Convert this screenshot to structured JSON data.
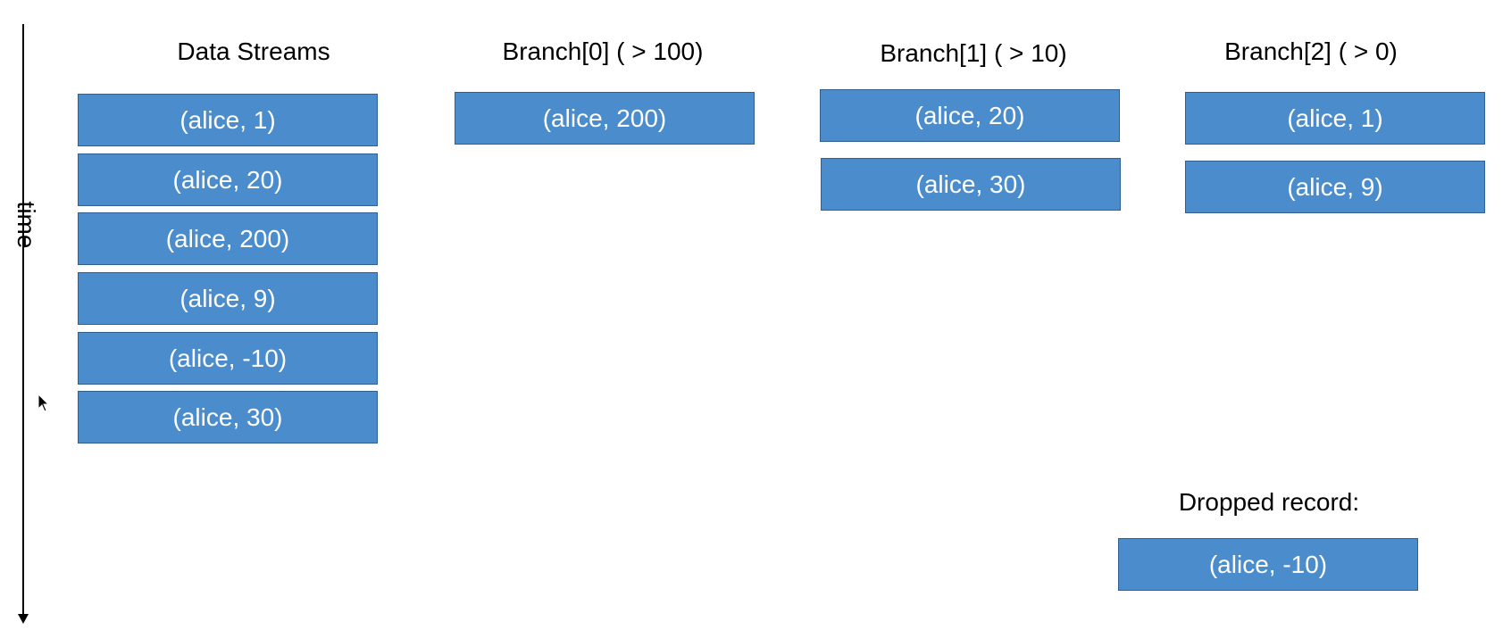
{
  "time_axis": {
    "label": "time"
  },
  "columns": [
    {
      "title": "Data Streams",
      "records": [
        "(alice, 1)",
        "(alice, 20)",
        "(alice, 200)",
        "(alice, 9)",
        "(alice, -10)",
        "(alice, 30)"
      ]
    },
    {
      "title": "Branch[0] ( > 100)",
      "records": [
        "(alice, 200)"
      ]
    },
    {
      "title": "Branch[1] ( > 10)",
      "records": [
        "(alice, 20)",
        "(alice, 30)"
      ]
    },
    {
      "title": "Branch[2] ( > 0)",
      "records": [
        "(alice, 1)",
        "(alice, 9)"
      ]
    }
  ],
  "dropped": {
    "title": "Dropped record:",
    "records": [
      "(alice, -10)"
    ]
  }
}
